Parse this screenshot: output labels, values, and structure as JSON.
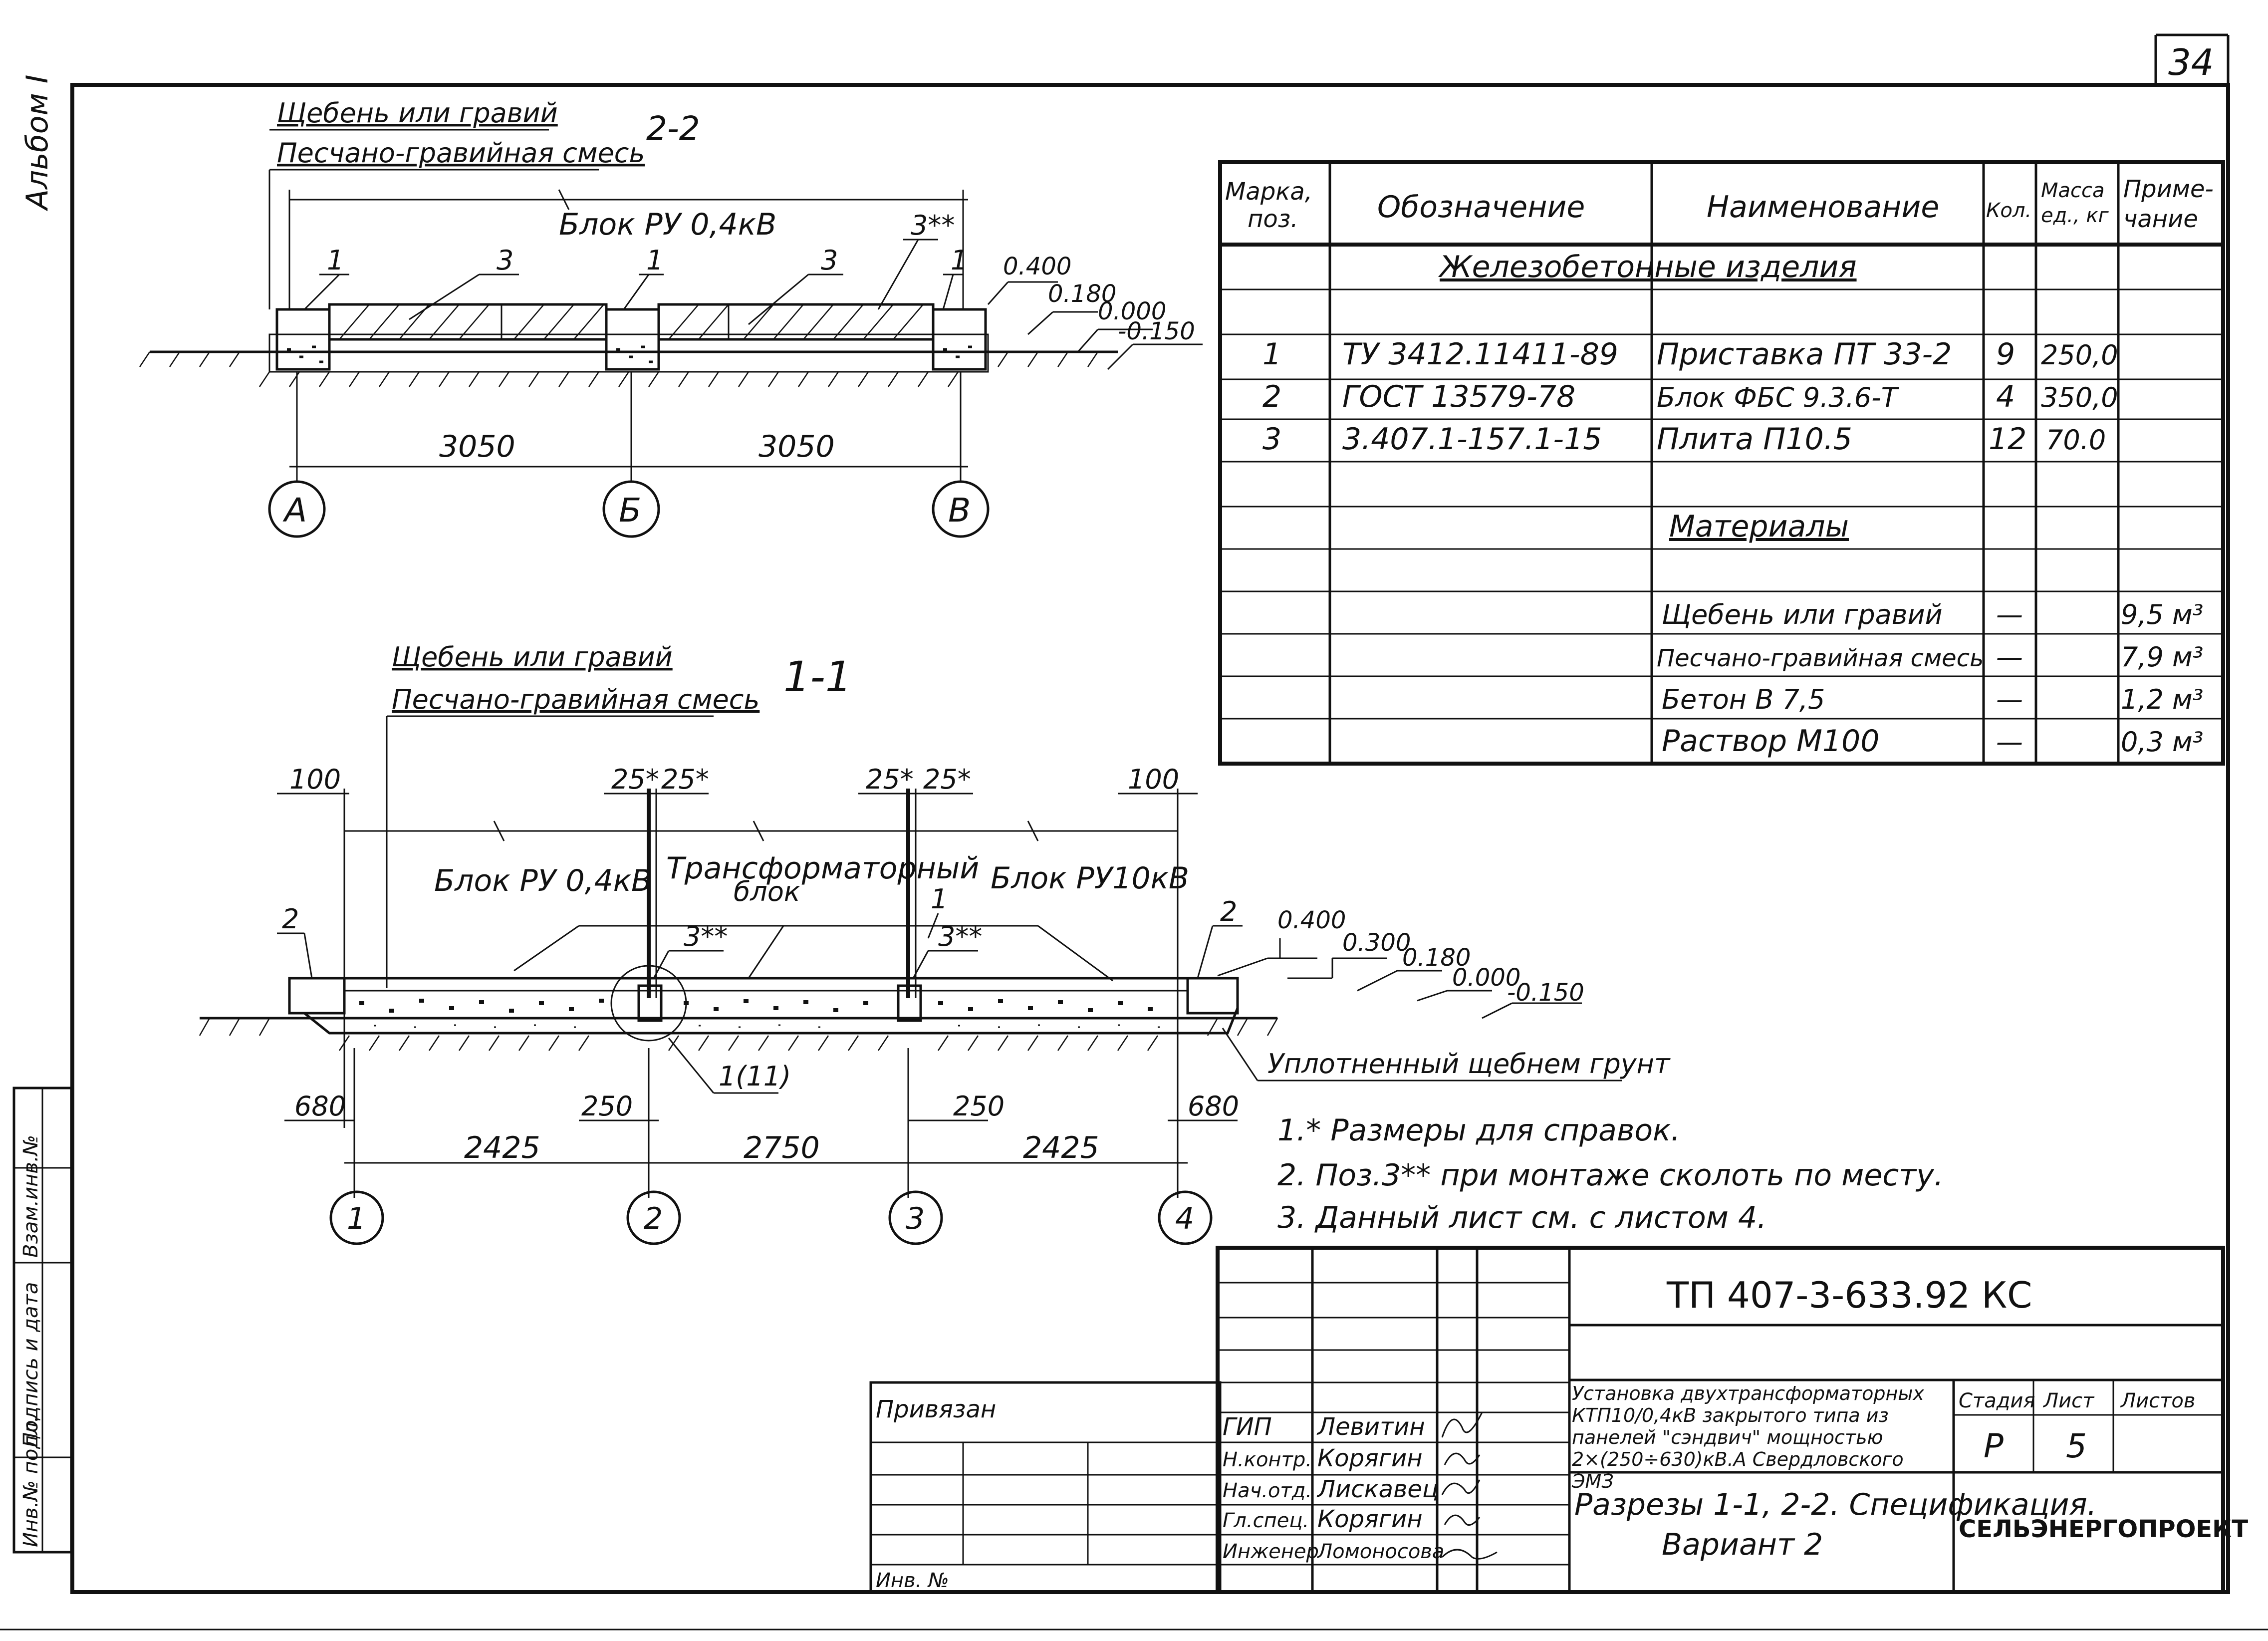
{
  "sheet_number": "34",
  "album": "Альбом I",
  "section_22": {
    "title": "2-2",
    "label_gravel": "Щебень или гравий",
    "label_sand": "Песчано-гравийная смесь",
    "block": "Блок РУ 0,4кВ",
    "pos_1a": "1",
    "pos_1b": "1",
    "pos_1c": "1",
    "pos_3a": "3",
    "pos_3b": "3",
    "pos_3c": "3**",
    "elev_400": "0.400",
    "elev_180": "0.180",
    "elev_000": "0.000",
    "elev_150": "-0.150",
    "dim_1": "3050",
    "dim_2": "3050",
    "axis_a": "А",
    "axis_b": "Б",
    "axis_v": "В"
  },
  "section_11": {
    "title": "1-1",
    "label_gravel": "Щебень или гравий",
    "label_sand": "Песчано-гравийная смесь",
    "dim_100a": "100",
    "dim_100b": "100",
    "dim_25a": "25*",
    "dim_25b": "25*",
    "dim_25c": "25*",
    "dim_25d": "25*",
    "block_left": "Блок РУ 0,4кВ",
    "block_mid_1": "Трансформаторный",
    "block_mid_2": "блок",
    "block_right": "Блок РУ10кВ",
    "pos_2a": "2",
    "pos_2b": "2",
    "pos_1": "1",
    "pos_3a": "3**",
    "pos_3b": "3**",
    "elev_400": "0.400",
    "elev_300": "0.300",
    "elev_180": "0.180",
    "elev_000": "0.000",
    "elev_150": "-0.150",
    "compacted": "Уплотненный щебнем грунт",
    "node": "1(11)",
    "dim_680a": "680",
    "dim_250a": "250",
    "dim_250b": "250",
    "dim_680b": "680",
    "dim_2425a": "2425",
    "dim_2750": "2750",
    "dim_2425b": "2425",
    "axis_1": "1",
    "axis_2": "2",
    "axis_3": "3",
    "axis_4": "4"
  },
  "notes": [
    "1.* Размеры для справок.",
    "2. Поз.3** при монтаже сколоть по месту.",
    "3. Данный лист см. с листом 4."
  ],
  "spec": {
    "headers": [
      "Марка, поз.",
      "Обозначение",
      "Наименование",
      "Кол.",
      "Масса ед., кг",
      "Приме- чание"
    ],
    "group_concrete": "Железобетонные изделия",
    "rows": [
      {
        "pos": "1",
        "designation": "ТУ 3412.11411-89",
        "name": "Приставка ПТ 33-2",
        "qty": "9",
        "mass": "250,0",
        "note": ""
      },
      {
        "pos": "2",
        "designation": "ГОСТ 13579-78",
        "name": "Блок ФБС 9.3.6-Т",
        "qty": "4",
        "mass": "350,0",
        "note": ""
      },
      {
        "pos": "3",
        "designation": "3.407.1-157.1-15",
        "name": "Плита П10.5",
        "qty": "12",
        "mass": "70.0",
        "note": ""
      }
    ],
    "group_materials": "Материалы",
    "materials": [
      {
        "name": "Щебень или гравий",
        "qty": "—",
        "note": "9,5 м³"
      },
      {
        "name": "Песчано-гравийная смесь",
        "qty": "—",
        "note": "7,9 м³"
      },
      {
        "name": "Бетон В 7,5",
        "qty": "—",
        "note": "1,2 м³"
      },
      {
        "name": "Раствор М100",
        "qty": "—",
        "note": "0,3 м³"
      }
    ]
  },
  "title_block": {
    "code": "ТП 407-3-633.92 КС",
    "project": "Установка двухтрансформаторных КТП10/0,4кВ закрытого типа из панелей \"сэндвич\" мощностью 2×(250÷630)кВ.А Свердловского ЭМЗ",
    "sheet_title_1": "Разрезы 1-1, 2-2. Спецификация.",
    "sheet_title_2": "Вариант 2",
    "stage_label": "Стадия",
    "sheet_label": "Лист",
    "sheets_label": "Листов",
    "stage": "Р",
    "sheet": "5",
    "org": "СЕЛЬЭНЕРГОПРОЕКТ",
    "bound": "Привязан",
    "inv": "Инв. №",
    "signers": [
      {
        "role": "ГИП",
        "name": "Левитин"
      },
      {
        "role": "Н.контр.",
        "name": "Корягин"
      },
      {
        "role": "Нач.отд.",
        "name": "Лискавец"
      },
      {
        "role": "Гл.спец.",
        "name": "Корягин"
      },
      {
        "role": "Инженер",
        "name": "Ломоносова"
      }
    ]
  },
  "side_stamp": [
    "Инв.№ подл.",
    "Подпись и дата",
    "Взам.инв.№"
  ]
}
